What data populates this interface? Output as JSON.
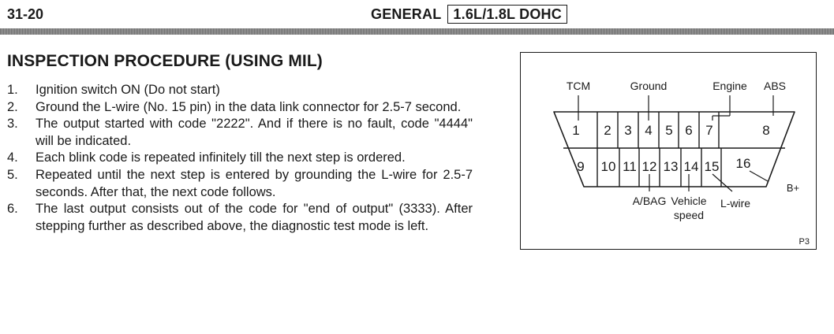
{
  "header": {
    "page_number": "31-20",
    "title": "GENERAL",
    "engine_badge": "1.6L/1.8L DOHC"
  },
  "section": {
    "heading": "INSPECTION PROCEDURE (USING MIL)"
  },
  "steps": [
    {
      "num": "1.",
      "text": "Ignition switch ON (Do not start)"
    },
    {
      "num": "2.",
      "text": "Ground the L-wire (No. 15 pin) in the data link connector for 2.5-7 second."
    },
    {
      "num": "3.",
      "text": "The output started with code \"2222\". And if there is no fault, code \"4444\" will be indicated."
    },
    {
      "num": "4.",
      "text": "Each blink code is repeated infinitely till the next step is ordered."
    },
    {
      "num": "5.",
      "text": "Repeated until the next step is entered by grounding the L-wire for 2.5-7 seconds. After that, the next code follows."
    },
    {
      "num": "6.",
      "text": "The last output consists out of the code for \"end of output\" (3333). After stepping further as described above, the diagnostic test mode is left."
    }
  ],
  "diagram": {
    "top_pins": [
      "1",
      "2",
      "3",
      "4",
      "5",
      "6",
      "7",
      "8"
    ],
    "bottom_pins": [
      "9",
      "10",
      "11",
      "12",
      "13",
      "14",
      "15",
      "16"
    ],
    "labels": {
      "tcm": "TCM",
      "ground": "Ground",
      "engine": "Engine",
      "abs": "ABS",
      "abag": "A/BAG",
      "vehicle": "Vehicle",
      "speed": "speed",
      "lwire": "L-wire",
      "bplus": "B+"
    },
    "figure_id": "P3"
  }
}
